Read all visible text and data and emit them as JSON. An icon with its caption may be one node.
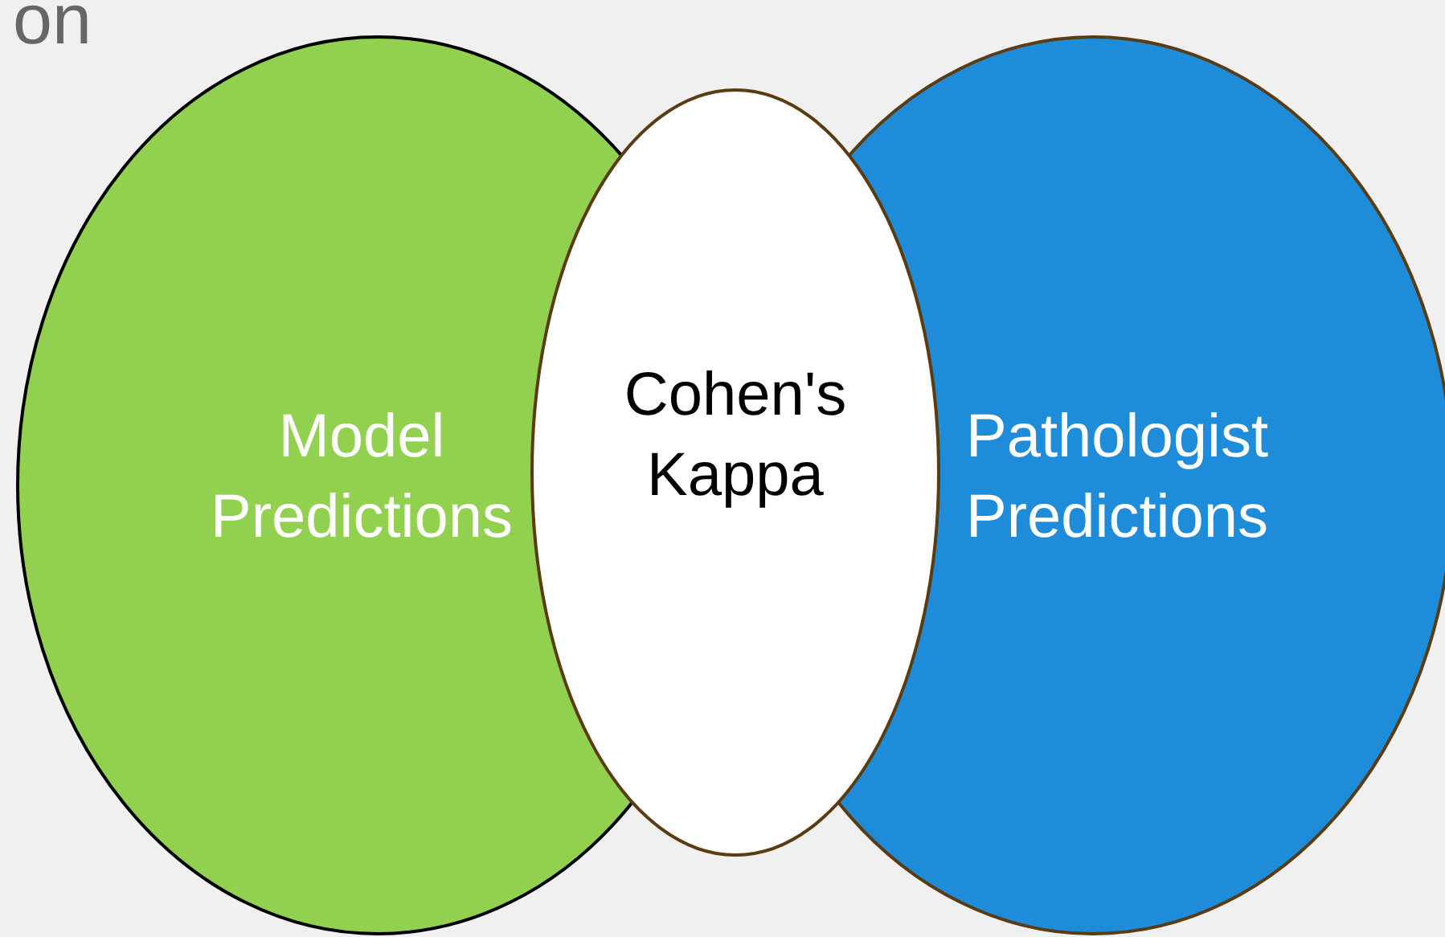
{
  "diagram": {
    "nodes": [
      {
        "text": [
          "Model Predictions"
        ]
      },
      {
        "text": [
          "Pathologist Predictions"
        ]
      },
      {
        "text": [
          "Cohen's Kappa"
        ]
      }
    ],
    "edges": [],
    "labels": [
      "on"
    ]
  }
}
